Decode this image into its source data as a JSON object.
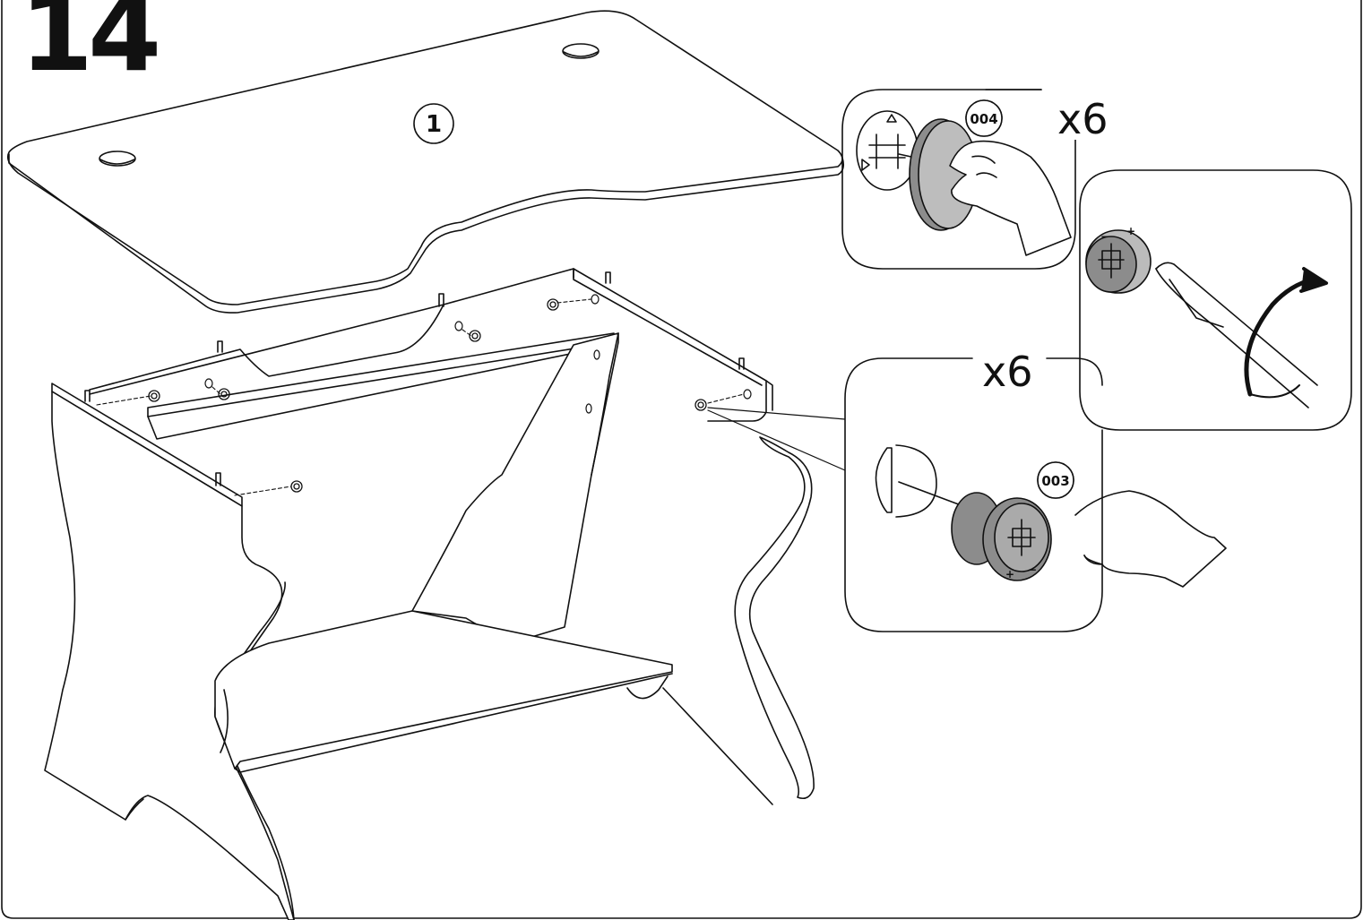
{
  "step": {
    "number": "14"
  },
  "part_callouts": {
    "tabletop": "1",
    "cam_lock_cap": "004",
    "cam_lock": "003"
  },
  "quantities": {
    "cap_quantity": "x6",
    "cam_lock_quantity": "x6"
  },
  "tool_marks": {
    "plus": "+",
    "minus": "−"
  },
  "colors": {
    "line": "#111111",
    "part_fill": "#8c8c8c",
    "background": "#ffffff"
  }
}
